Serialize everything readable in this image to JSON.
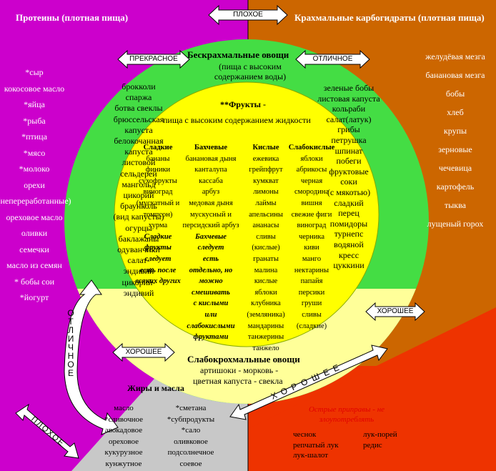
{
  "colors": {
    "proteins": "#cc00cc",
    "starch": "#cc6600",
    "fats": "#c8c8c8",
    "spices": "#ee3300",
    "green_ring": "#44dd44",
    "yellow_ring": "#ffff99",
    "fruit_core": "#ffff00"
  },
  "quadrants": {
    "proteins": {
      "title": "Протеины (плотная пища)",
      "items": [
        "*сыр",
        "кокосовое масло",
        "*яйца",
        "*рыба",
        "*птица",
        "*мясо",
        "*молоко",
        "орехи",
        "(непереработанные)",
        "ореховое масло",
        "оливки",
        "семечки",
        "масло из семян",
        "* бобы сои",
        "*йогурт"
      ]
    },
    "starch": {
      "title": "Крахмальные карбогидраты (плотная пища)",
      "items": [
        "желудёвая мезга",
        "банановая мезга",
        "бобы",
        "хлеб",
        "крупы",
        "зерновые",
        "чечевица",
        "картофель",
        "тыква",
        "лущеный горох"
      ]
    },
    "fats": {
      "title": "Жиры и масла",
      "col1": [
        "масло",
        "*сливочное",
        "авокадовое",
        "ореховое",
        "кукурузное",
        "кунжутное"
      ],
      "col2": [
        "*сметана",
        "*субпродукты",
        "*сало",
        "оливковое",
        "подсолнечное",
        "соевое"
      ]
    },
    "spices": {
      "title": "Острые приправы - не злоупотреблять",
      "col1": [
        "чеснок",
        "репчатый лук",
        "лук-шалот"
      ],
      "col2": [
        "лук-порей",
        "редис"
      ]
    }
  },
  "non_starchy": {
    "title": "Бескрахмальные овощи",
    "subtitle": "(пища с высоким содержанием воды)",
    "left_items": [
      "брокколи",
      "спаржа",
      "ботва свеклы",
      "брюссельская",
      "капуста",
      "белокочанная",
      "капуста",
      "листовой",
      "сельдерей",
      "мангольд",
      "цикорий",
      "браунколь",
      "(вид капусты)",
      "огурцы",
      "баклажаны",
      "одуванчики",
      "салат-",
      "эндивий",
      "цикорий-",
      "эндивий"
    ],
    "right_items": [
      "зеленые бобы",
      "листовая капуста",
      "кольраби",
      "салат(латук)",
      "грибы",
      "петрушка",
      "шпинат",
      "побеги",
      "фруктовые",
      "соки",
      "(с мякотью)",
      "сладкий",
      "перец",
      "помидоры",
      "турнепс",
      "водяной",
      "кресс",
      "цуккини"
    ]
  },
  "low_starch": {
    "title": "Слабокрохмальные овощи",
    "line1": "артишоки - морковь -",
    "line2": "цветная капуста - свекла"
  },
  "fruits": {
    "title": "**Фрукты -",
    "subtitle": "пища с высоким содержанием жидкости",
    "columns": [
      {
        "header": "Сладкие",
        "items": [
          "бананы",
          "финики",
          "сухофрукты",
          "виноград",
          "(мускатный и",
          "томпсон)",
          "хурма"
        ],
        "note": [
          "Сладкие",
          "фрукты",
          "следует",
          "есть после",
          "всяких других"
        ]
      },
      {
        "header": "Бахчевые",
        "items": [
          "банановая дыня",
          "канталупа",
          "кассаба",
          "арбуз",
          "медовая дыня",
          "мускусный и",
          "персидский арбуз"
        ],
        "note": [
          "Бахчевые",
          "следует",
          "есть",
          "отдельно, но",
          "можно",
          "смешивать",
          "с кислыми",
          "или",
          "слабокислыми",
          "фруктами"
        ]
      },
      {
        "header": "Кислые",
        "items": [
          "ежевика",
          "грейпфрут",
          "кумкват",
          "лимоны",
          "лаймы",
          "апельсины",
          "ананасы",
          "сливы",
          "(кислые)",
          "гранаты",
          "малина",
          "кислые",
          "яблоки",
          "клубника",
          "(земляника)",
          "мандарины",
          "танжерины",
          "танжело"
        ]
      },
      {
        "header": "Слабокислые",
        "items": [
          "яблоки",
          "абрикосы",
          "черная",
          "смородина",
          "вишня",
          "свежие фиги",
          "виноград",
          "черника",
          "киви",
          "манго",
          "нектарины",
          "папайя",
          "персики",
          "груши",
          "сливы",
          "(сладкие)"
        ]
      }
    ]
  },
  "arrows": {
    "top": "ПЛОХОЕ",
    "green_left": "ПРЕКРАСНОЕ",
    "green_right": "ОТЛИЧНОЕ",
    "right_good": "ХОРОШЕЕ",
    "left_good": "ХОРОШЕЕ",
    "vertical": "ОТЛИЧНОЕ",
    "bottom_left": "ПЛОХОЕ",
    "diagonal": "ХОРОШЕЕ"
  }
}
